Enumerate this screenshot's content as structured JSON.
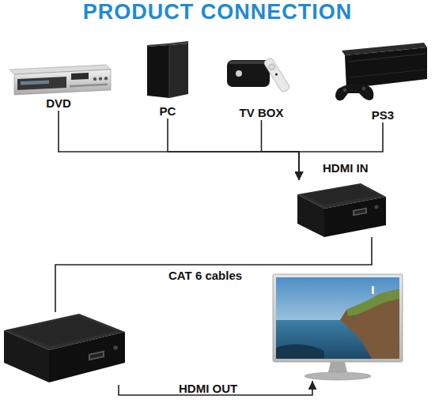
{
  "diagram": {
    "title": "PRODUCT CONNECTION",
    "nodes": [
      {
        "text": [
          "DVD"
        ]
      },
      {
        "text": [
          "PC"
        ]
      },
      {
        "text": [
          "TV BOX"
        ]
      },
      {
        "text": [
          "PS3"
        ]
      },
      {
        "text": [
          "HDMI IN"
        ]
      },
      {
        "text": []
      },
      {
        "text": []
      }
    ],
    "edges": [
      {
        "from": 0,
        "to": 4,
        "arrow": "to"
      },
      {
        "from": 1,
        "to": 4,
        "arrow": "to"
      },
      {
        "from": 2,
        "to": 4,
        "arrow": "to"
      },
      {
        "from": 3,
        "to": 4,
        "arrow": "to"
      },
      {
        "from": 4,
        "to": 5,
        "label": "CAT 6 cables",
        "arrow": "none"
      },
      {
        "from": 5,
        "to": 6,
        "label": "HDMI OUT",
        "arrow": "to"
      }
    ]
  }
}
